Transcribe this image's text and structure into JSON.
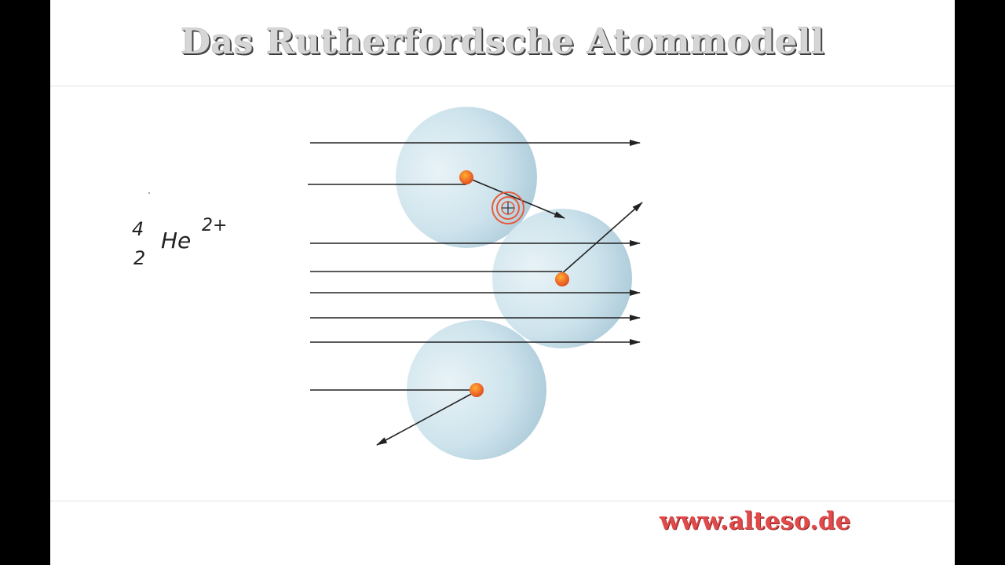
{
  "slide": {
    "title": "Das Rutherfordsche Atommodell",
    "website": "www.alteso.de"
  },
  "formula": {
    "mass_number": "4",
    "atomic_number": "2",
    "symbol": "He",
    "charge": "2+"
  },
  "colors": {
    "atom_fill": "#c8e0ea",
    "nucleus": "#ee6a22",
    "arrow": "#222222",
    "cursor": "#e85a3a",
    "title_text": "#d6d6d6",
    "website_text": "#e14a4a"
  },
  "cursor_icon": "crosshair-target-icon"
}
